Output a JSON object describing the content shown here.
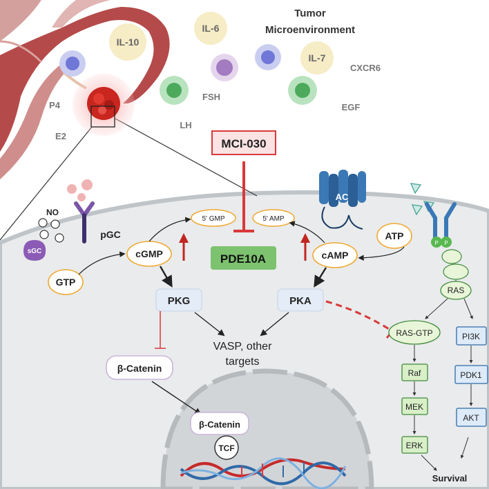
{
  "tumor_microenvironment": {
    "title_line1": "Tumor",
    "title_line2": "Microenvironment",
    "cytokines": {
      "il10": "IL-10",
      "il6": "IL-6",
      "il7": "IL-7"
    },
    "factors": {
      "cxcr6": "CXCR6",
      "fsh": "FSH",
      "egf": "EGF",
      "lh": "LH",
      "p4": "P4",
      "e2": "E2"
    }
  },
  "drug": {
    "label": "MCI-030"
  },
  "enzyme": {
    "label": "PDE10A"
  },
  "cgmp_pathway": {
    "no": "NO",
    "sgc": "sGC",
    "pgc": "pGC",
    "gtp": "GTP",
    "cgmp": "cGMP",
    "gmp5": "5' GMP",
    "pkg": "PKG",
    "beta_catenin": "β-Catenin"
  },
  "camp_pathway": {
    "ac": "AC",
    "atp": "ATP",
    "camp": "cAMP",
    "amp5": "5' AMP",
    "pka": "PKA"
  },
  "targets": {
    "line1": "VASP, other",
    "line2": "targets"
  },
  "nucleus": {
    "beta_catenin": "β-Catenin",
    "tcf": "TCF"
  },
  "receptor": {
    "p1": "P",
    "p2": "P"
  },
  "ras_pathway": {
    "ras": "RAS",
    "ras_gtp": "RAS-GTP",
    "raf": "Raf",
    "mek": "MEK",
    "erk": "ERK",
    "pi3k": "PI3K",
    "pdk1": "PDK1",
    "akt": "AKT",
    "survival": "Survival"
  },
  "colors": {
    "inhibit_red": "#d9383a",
    "nucleotide_border": "#f0a830",
    "kinase_fill": "#e3ecf7",
    "pde_fill": "#7cc26f",
    "cascade_fill": "#d8efc8",
    "cascade_border": "#3f8a3a",
    "pi3k_fill": "#ddeaf8",
    "pi3k_border": "#2f6aa8",
    "cytokine_fill": "#f6ecc5",
    "cell_bg": "#e7e9ea",
    "uterus": "#b04b4b"
  }
}
